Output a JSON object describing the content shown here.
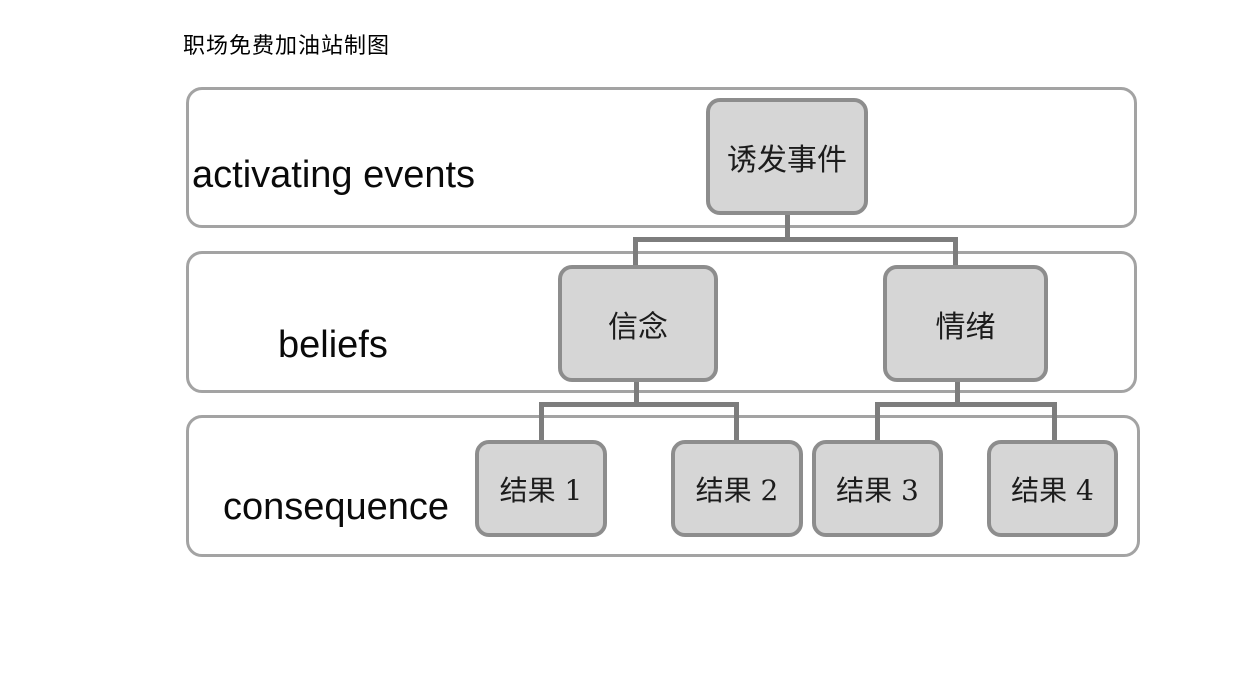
{
  "title": "职场免费加油站制图",
  "diagram": {
    "type": "hierarchy",
    "rows": [
      {
        "label": "activating events",
        "node_labels": [
          "诱发事件"
        ]
      },
      {
        "label": "beliefs",
        "node_labels": [
          "信念",
          "情绪"
        ]
      },
      {
        "label": "consequence",
        "node_labels": [
          "结果 1",
          "结果 2",
          "结果 3",
          "结果 4"
        ]
      }
    ],
    "edges": [
      [
        "诱发事件",
        "信念"
      ],
      [
        "诱发事件",
        "情绪"
      ],
      [
        "信念",
        "结果 1"
      ],
      [
        "信念",
        "结果 2"
      ],
      [
        "情绪",
        "结果 3"
      ],
      [
        "情绪",
        "结果 4"
      ]
    ]
  },
  "colors": {
    "background": "#ffffff",
    "lane_border": "#a3a3a3",
    "node_fill": "#d6d6d6",
    "node_border": "#8d8d8d",
    "connector": "#7d7d7d",
    "text": "#000000"
  }
}
